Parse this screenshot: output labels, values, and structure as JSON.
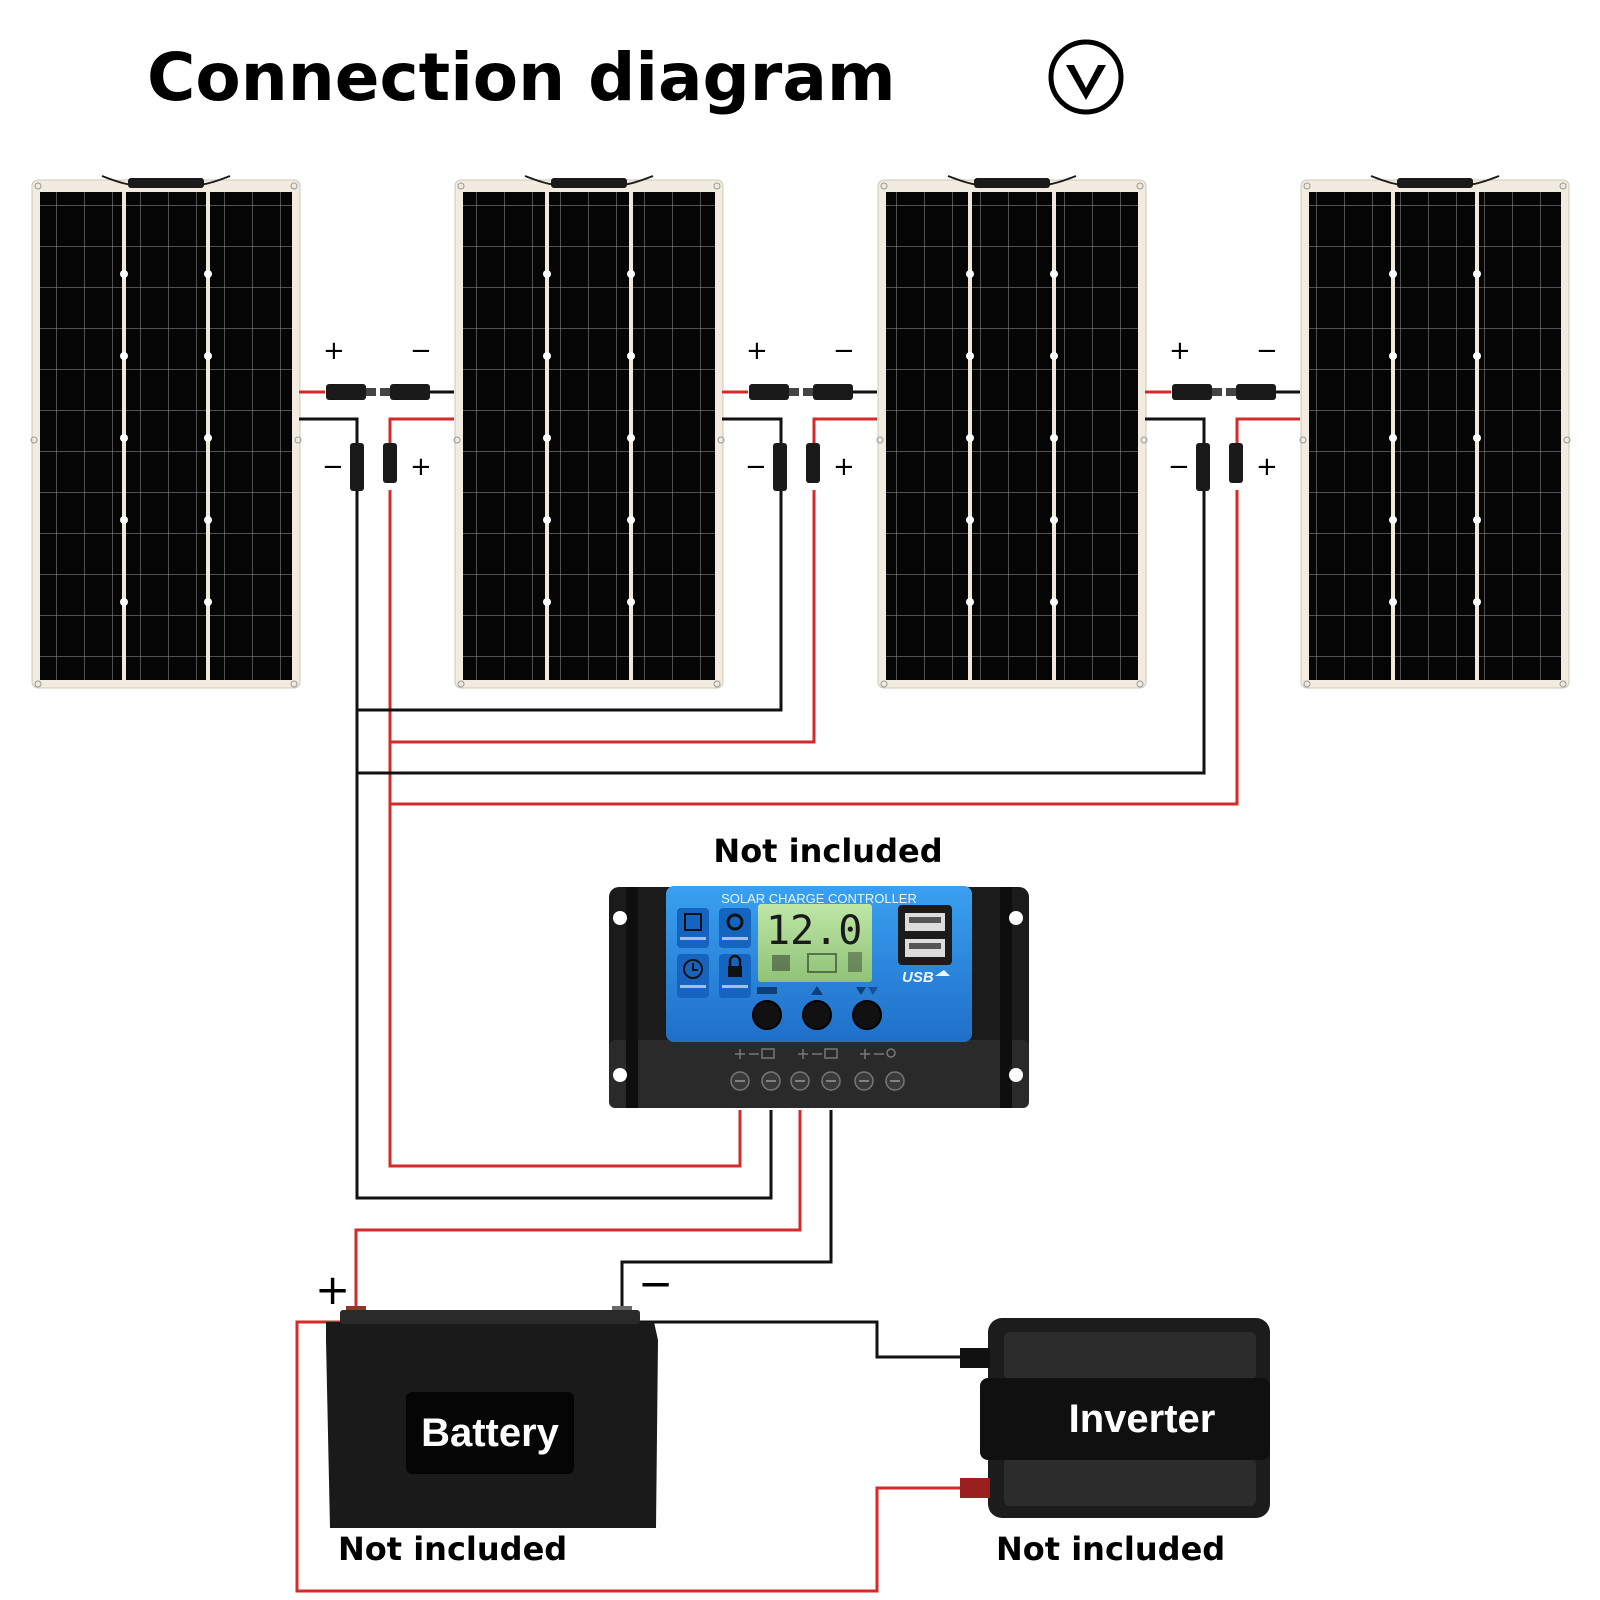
{
  "title": "Connection diagram",
  "logo_icon": "chevron-down-circle-icon",
  "panels": [
    {
      "id": "panel-1"
    },
    {
      "id": "panel-2"
    },
    {
      "id": "panel-3"
    },
    {
      "id": "panel-4"
    }
  ],
  "connector_labels": {
    "plus": "+",
    "minus": "−"
  },
  "controller": {
    "note": "Not included",
    "panel_title": "SOLAR CHARGE CONTROLLER",
    "display_value": "12.0",
    "usb_label": "USB",
    "feature_icons": [
      "mcu-control-icon",
      "set-voltage-icon",
      "timer-icon",
      "lock-icon"
    ]
  },
  "battery": {
    "label": "Battery",
    "note": "Not included",
    "plus": "+",
    "minus": "−"
  },
  "inverter": {
    "label": "Inverter",
    "note": "Not included"
  },
  "colors": {
    "positive_wire": "#d42a2a",
    "negative_wire": "#111111",
    "controller_blue": "#2f8fe0",
    "panel_cell": "#050505"
  }
}
